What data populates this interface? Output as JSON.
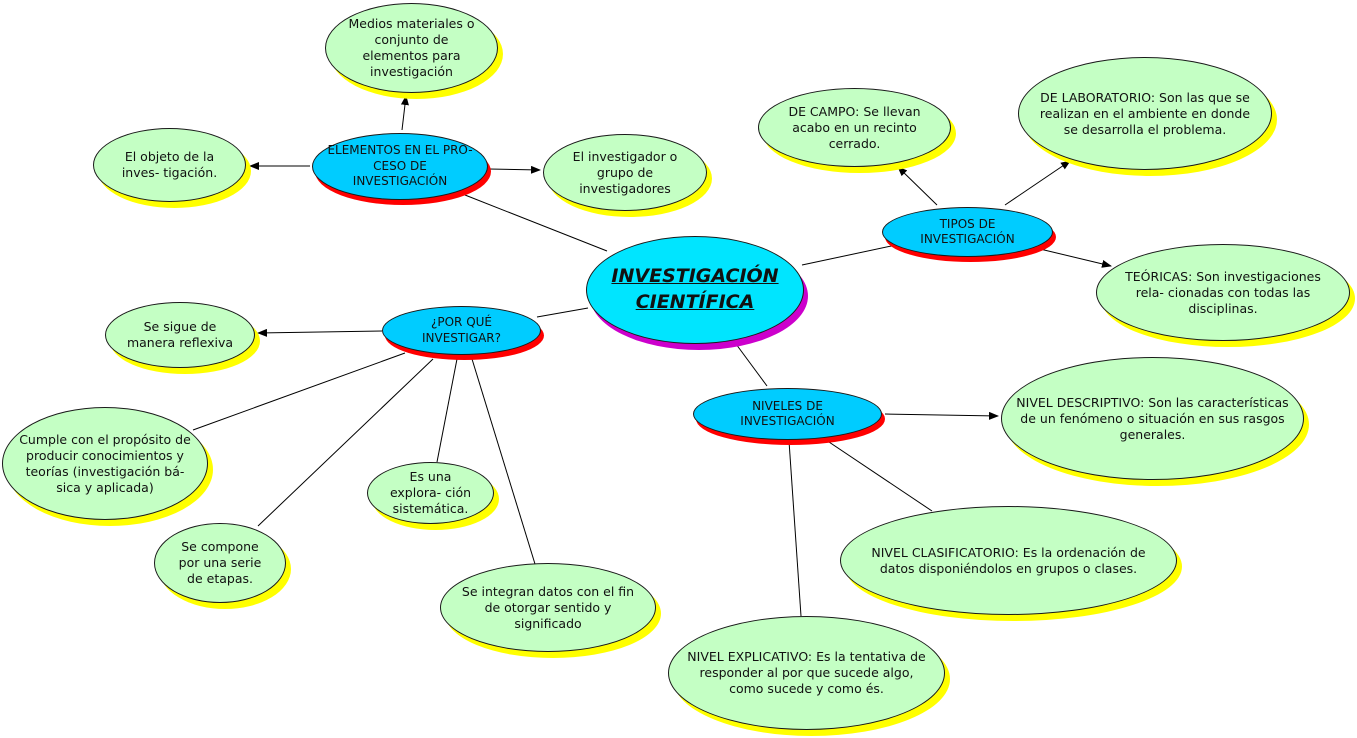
{
  "center": {
    "label": "INVESTIGACIÓN CIENTÍFICA"
  },
  "hubs": {
    "elementos": "ELEMENTOS EN EL PRO- CESO DE INVESTIGACIÓN",
    "porque": "¿POR QUÉ INVESTIGAR?",
    "tipos": "TIPOS DE INVESTIGACIÓN",
    "niveles": "NIVELES DE INVESTIGACIÓN"
  },
  "leaves": {
    "medios": "Medios materiales o conjunto de elementos para investigación",
    "objeto": "El objeto de la inves- tigación.",
    "investigador": "El investigador o grupo de investigadores",
    "campo": "DE CAMPO: Se llevan acabo en un recinto cerrado.",
    "laboratorio": "DE LABORATORIO: Son las que se realizan en el ambiente en donde se desarrolla el problema.",
    "teoricas": "TEÓRICAS: Son investigaciones rela- cionadas con todas las disciplinas.",
    "reflexiva": "Se sigue de manera reflexiva",
    "cumple": "Cumple con el propósito de producir conocimientos y teorías (investigación bá- sica y aplicada)",
    "exploracion": "Es una explora- ción sistemática.",
    "etapas": "Se compone por una serie de etapas.",
    "datos": "Se integran datos con el fin de otorgar sentido y significado",
    "descriptivo": "NIVEL DESCRIPTIVO: Son las características de un fenómeno o situación en sus rasgos generales.",
    "clasificatorio": "NIVEL CLASIFICATORIO: Es la ordenación de datos disponiéndolos en grupos o clases.",
    "explicativo": "NIVEL EXPLICATIVO: Es la tentativa de responder al por que sucede algo, como sucede y como és."
  },
  "colors": {
    "leaf_fill": "#c4ffc4",
    "leaf_shadow": "#ffff00",
    "hub_fill": "#00ccff",
    "hub_shadow": "#ff0000",
    "center_fill": "#00e5ff",
    "center_shadow": "#cc00cc",
    "line": "#000000"
  }
}
